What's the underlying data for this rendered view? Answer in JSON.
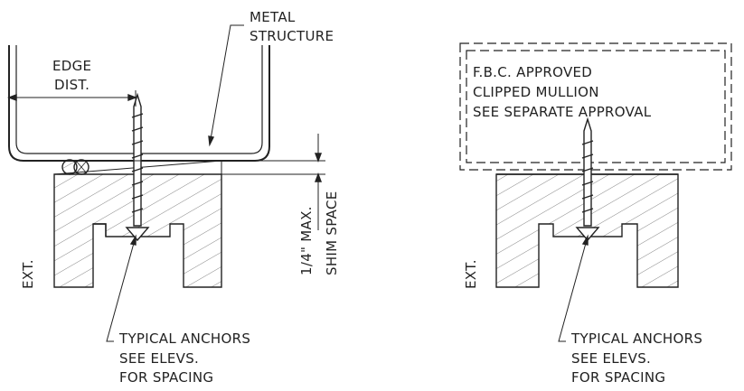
{
  "left_detail": {
    "metal_structure_label_line1": "METAL",
    "metal_structure_label_line2": "STRUCTURE",
    "edge_dist_line1": "EDGE",
    "edge_dist_line2": "DIST.",
    "ext_label": "EXT.",
    "shim_max_label": "1/4\" MAX.",
    "shim_space_label": "SHIM SPACE",
    "anchors_line1": "TYPICAL ANCHORS",
    "anchors_line2": "SEE ELEVS.",
    "anchors_line3": "FOR SPACING"
  },
  "right_detail": {
    "mullion_line1": "F.B.C. APPROVED",
    "mullion_line2": "CLIPPED MULLION",
    "mullion_line3": "SEE SEPARATE APPROVAL",
    "ext_label": "EXT.",
    "anchors_line1": "TYPICAL ANCHORS",
    "anchors_line2": "SEE ELEVS.",
    "anchors_line3": "FOR SPACING"
  },
  "colors": {
    "line": "#222222",
    "hatch": "#555555"
  }
}
